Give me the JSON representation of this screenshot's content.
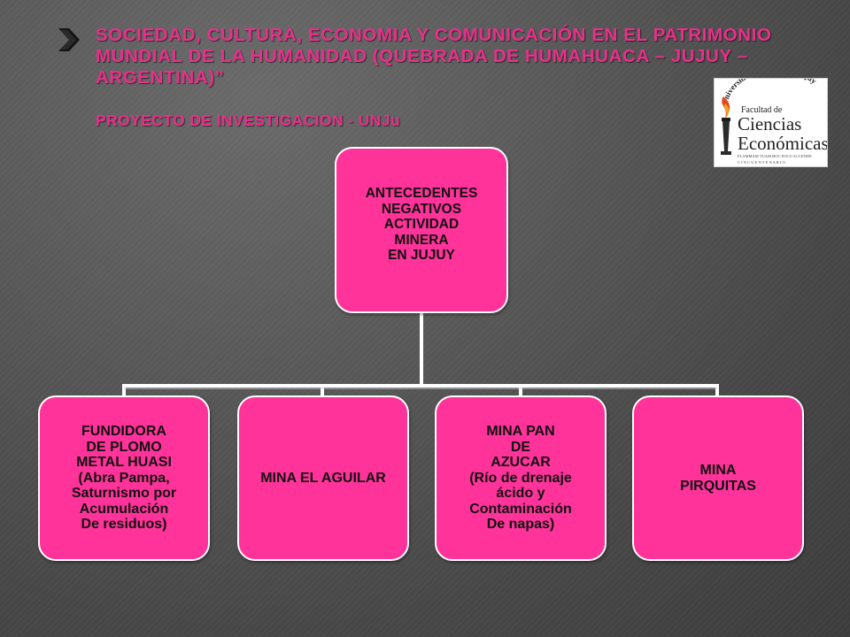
{
  "slide": {
    "title": "SOCIEDAD, CULTURA, ECONOMIA Y COMUNICACIÓN EN EL PATRIMONIO MUNDIAL DE LA HUMANIDAD (QUEBRADA DE HUMAHUACA – JUJUY – ARGENTINA)”",
    "subtitle": "PROYECTO DE INVESTIGACION - UNJu",
    "colors": {
      "background": "#505050",
      "title": "#e8308a",
      "node_fill": "#ff3399",
      "node_border": "#ffffff",
      "connector": "#ffffff"
    }
  },
  "logo": {
    "arc_text": "Universidad Nacional de Jujuy",
    "line1": "Facultad de",
    "line2": "Ciencias",
    "line3": "Económicas",
    "motto": "FLAMMAM TUAM HOC FOCO ACCENDE",
    "anniversary": "C I N C U E N T E N A R I O",
    "icon": "torch-icon"
  },
  "diagram": {
    "root": {
      "label": "ANTECEDENTES\nNEGATIVOS\nACTIVIDAD\n MINERA\nEN JUJUY"
    },
    "children": [
      {
        "label": "FUNDIDORA\nDE PLOMO\nMETAL HUASI\n(Abra Pampa,\nSaturnismo por\nAcumulación\n De residuos)"
      },
      {
        "label": "MINA EL AGUILAR"
      },
      {
        "label": "MINA PAN\nDE\nAZUCAR\n(Río de drenaje\nácido y\nContaminación\nDe napas)"
      },
      {
        "label": "MINA\nPIRQUITAS"
      }
    ]
  }
}
